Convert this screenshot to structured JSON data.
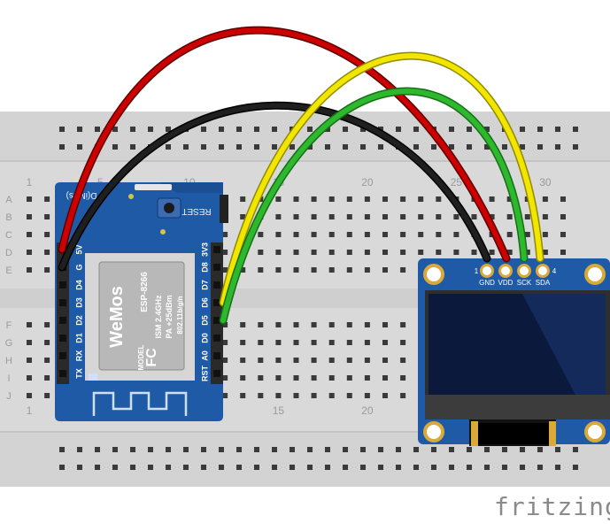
{
  "breadboard": {
    "column_labels": [
      "1",
      "5",
      "10",
      "15",
      "20",
      "25",
      "30"
    ],
    "row_labels_top": [
      "A",
      "B",
      "C",
      "D",
      "E"
    ],
    "row_labels_bottom": [
      "F",
      "G",
      "H",
      "I",
      "J"
    ]
  },
  "wemos": {
    "brand_label": "D(iMos)",
    "reset_label": "RESET",
    "left_pins": [
      "5V",
      "G",
      "D4",
      "D3",
      "D2",
      "D1",
      "RX",
      "TX"
    ],
    "right_pins": [
      "3V3",
      "D8",
      "D7",
      "D6",
      "D5",
      "D0",
      "A0",
      "RST"
    ],
    "chip_logo": "WeMos",
    "chip_lines": [
      "ESP-8266",
      "ISM 2.4GHz",
      "PA +25dBm",
      "802.11b/g/n"
    ],
    "model_label": "MODEL",
    "fcc_label": "FC"
  },
  "oled": {
    "pin_numbers": [
      "1",
      "4"
    ],
    "pin_labels": [
      "GND",
      "VDD",
      "SCK",
      "SDA"
    ]
  },
  "wires": [
    {
      "name": "red-wire",
      "color": "#cc0000"
    },
    {
      "name": "black-wire",
      "color": "#1a1a1a"
    },
    {
      "name": "yellow-wire",
      "color": "#f2e600"
    },
    {
      "name": "green-wire",
      "color": "#2db82d"
    }
  ],
  "watermark": "fritzing"
}
